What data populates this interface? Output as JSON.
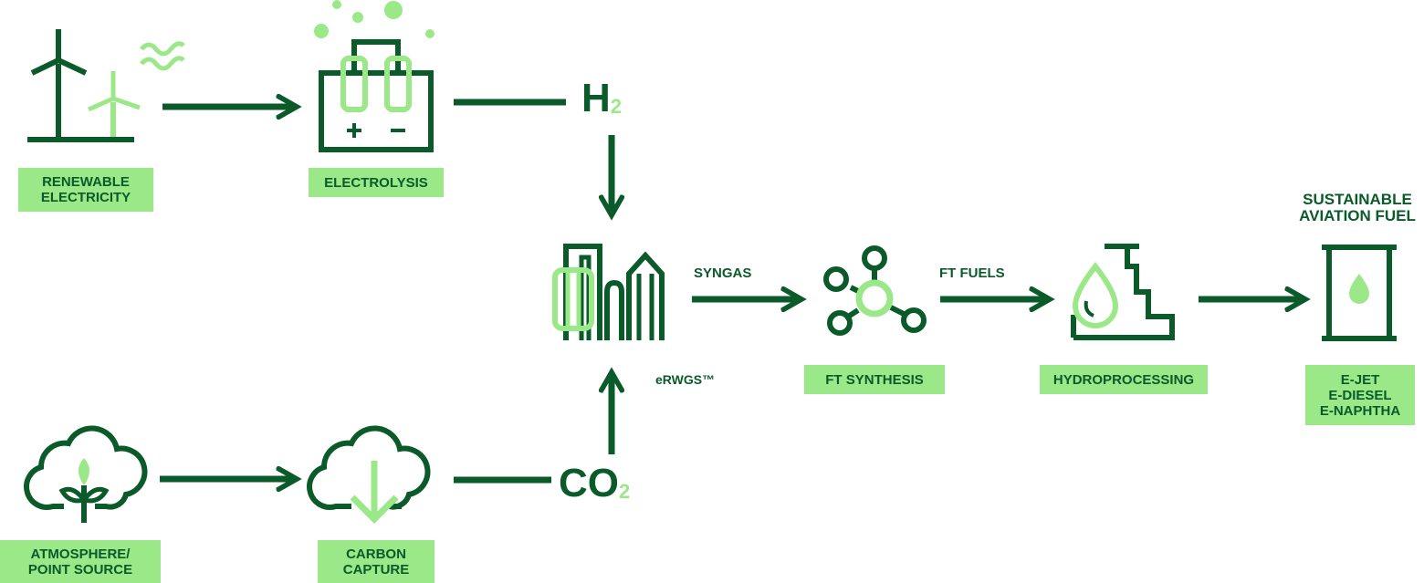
{
  "colors": {
    "dark": "#0a5a2a",
    "light": "#9be889"
  },
  "labels": {
    "renewable": [
      "RENEWABLE",
      "ELECTRICITY"
    ],
    "electrolysis": "ELECTROLYSIS",
    "atmosphere": [
      "ATMOSPHERE/",
      "POINT SOURCE"
    ],
    "carbon_capture": [
      "CARBON",
      "CAPTURE"
    ],
    "ft_synthesis": "FT SYNTHESIS",
    "hydroprocessing": "HYDROPROCESSING",
    "products": [
      "E-JET",
      "E-DIESEL",
      "E-NAPHTHA"
    ],
    "saf": [
      "SUSTAINABLE",
      "AVIATION FUEL"
    ]
  },
  "flow_labels": {
    "syngas": "SYNGAS",
    "ft_fuels": "FT FUELS",
    "erwgs": "eRWGS™"
  },
  "chemicals": {
    "h2": {
      "base": "H",
      "sub": "2"
    },
    "co2": {
      "base": "CO",
      "sub": "2"
    }
  },
  "icons": [
    "wind-turbine-icon",
    "electrolyzer-battery-icon",
    "plant-cloud-icon",
    "capture-cloud-icon",
    "reactor-plant-icon",
    "molecule-icon",
    "oil-drop-refinery-icon",
    "fuel-barrel-icon"
  ]
}
